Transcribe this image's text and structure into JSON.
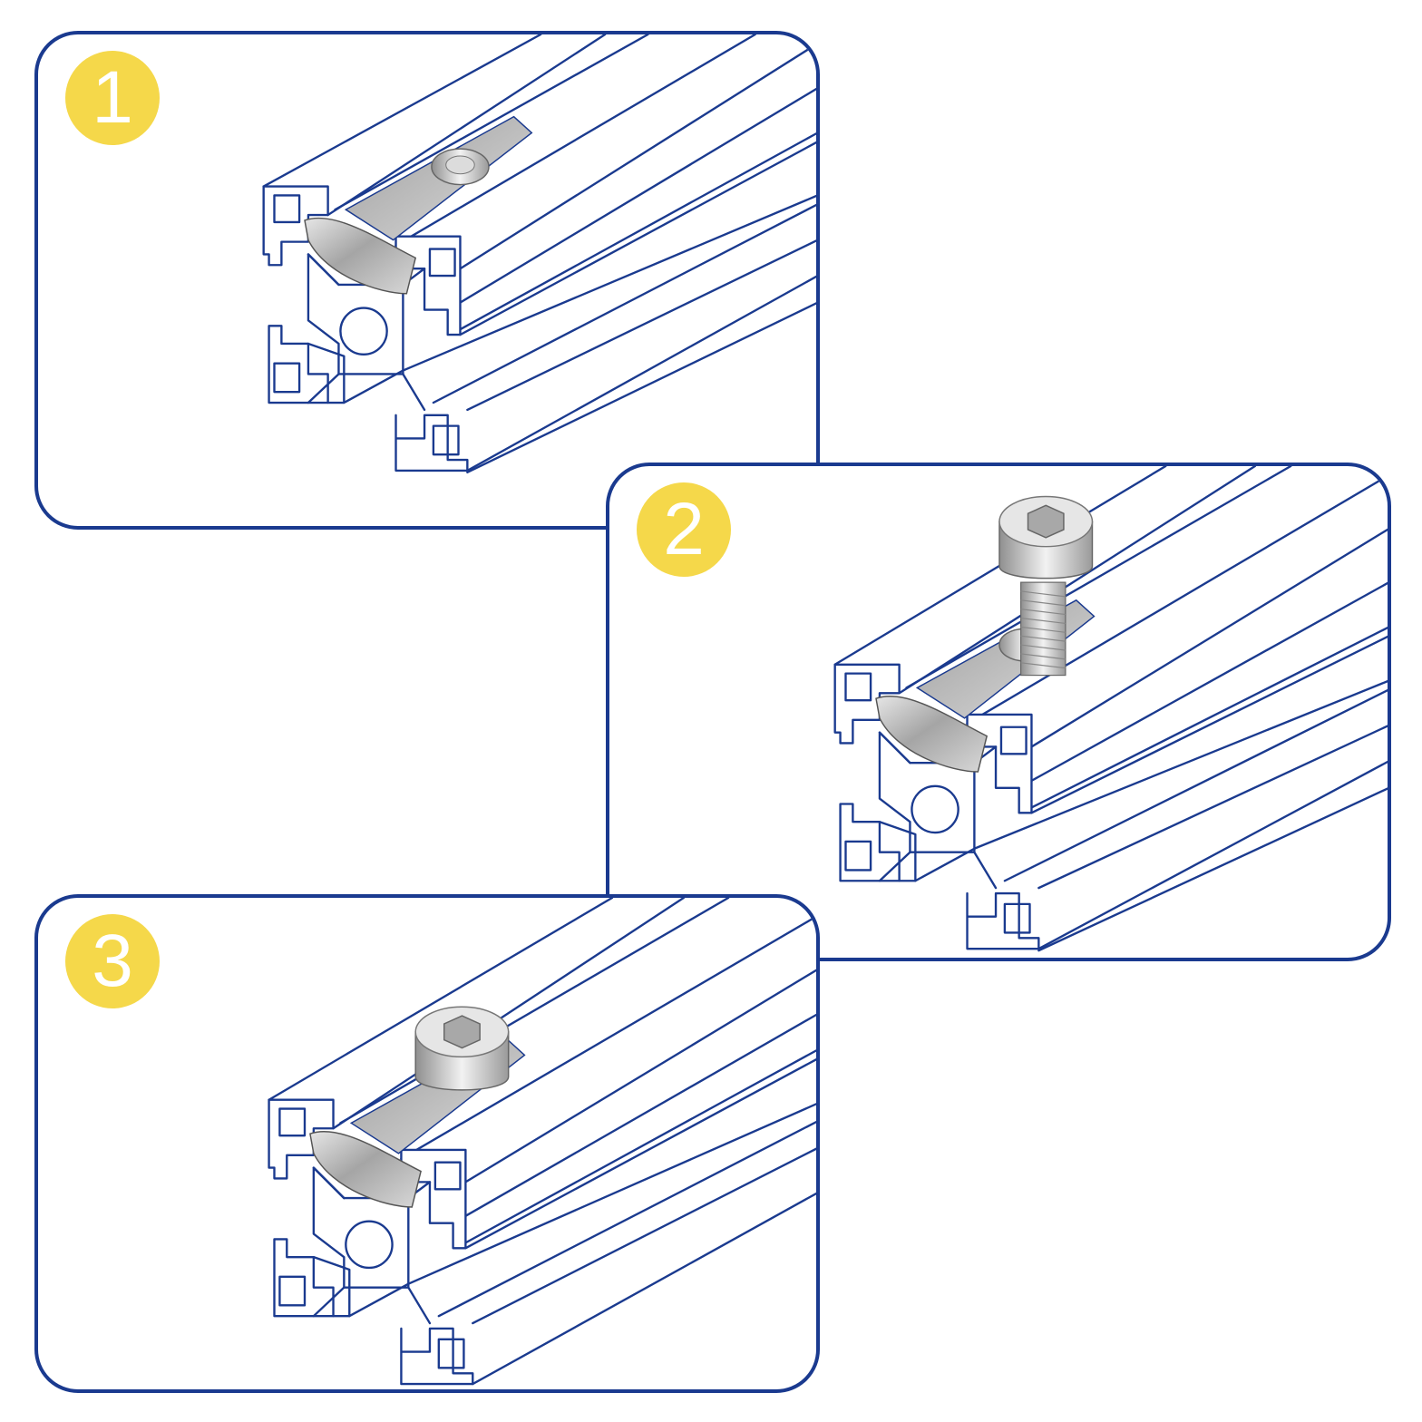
{
  "steps": [
    {
      "number": "1",
      "color": "#f5d84a"
    },
    {
      "number": "2",
      "color": "#f5d84a"
    },
    {
      "number": "3",
      "color": "#f5d84a"
    }
  ],
  "colors": {
    "border": "#1a3a8f",
    "badge": "#f5d84a",
    "metal": "#b9b9b9"
  },
  "icons": [
    "t-nut-icon",
    "hex-socket-bolt-icon",
    "aluminum-extrusion-icon"
  ]
}
